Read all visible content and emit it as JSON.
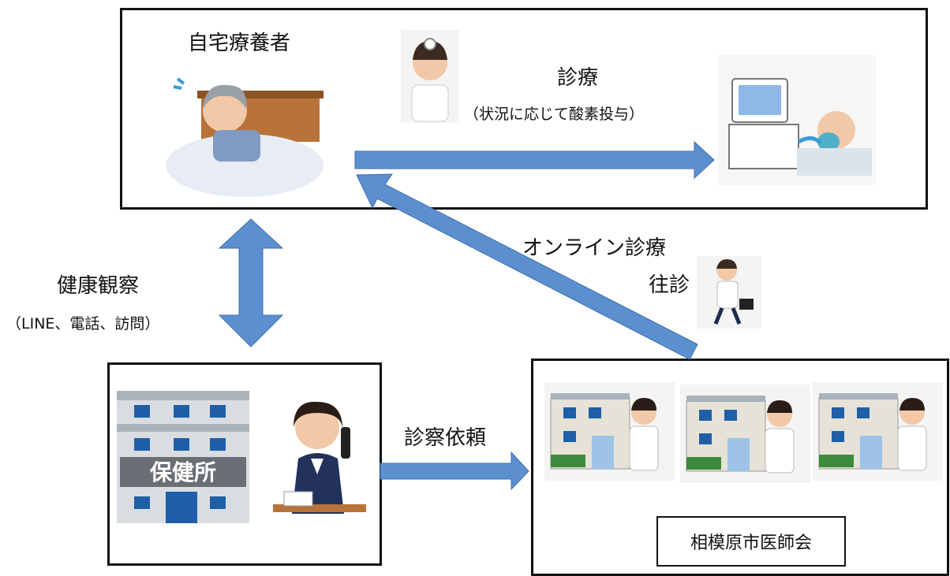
{
  "patient": {
    "title": "自宅療養者"
  },
  "treatment": {
    "title": "診療",
    "note": "（状況に応じて酸素投与）"
  },
  "health_observation": {
    "title": "健康観察",
    "methods": "（LINE、電話、訪問）"
  },
  "online": {
    "line1": "オンライン診療",
    "line2": "往診"
  },
  "request": {
    "label": "診察依頼"
  },
  "health_center": {
    "sign": "保健所"
  },
  "medical_association": {
    "name": "相模原市医師会"
  },
  "colors": {
    "arrow_fill": "#5b8fd0",
    "arrow_stroke": "#3c6fb0",
    "border": "#111111"
  }
}
